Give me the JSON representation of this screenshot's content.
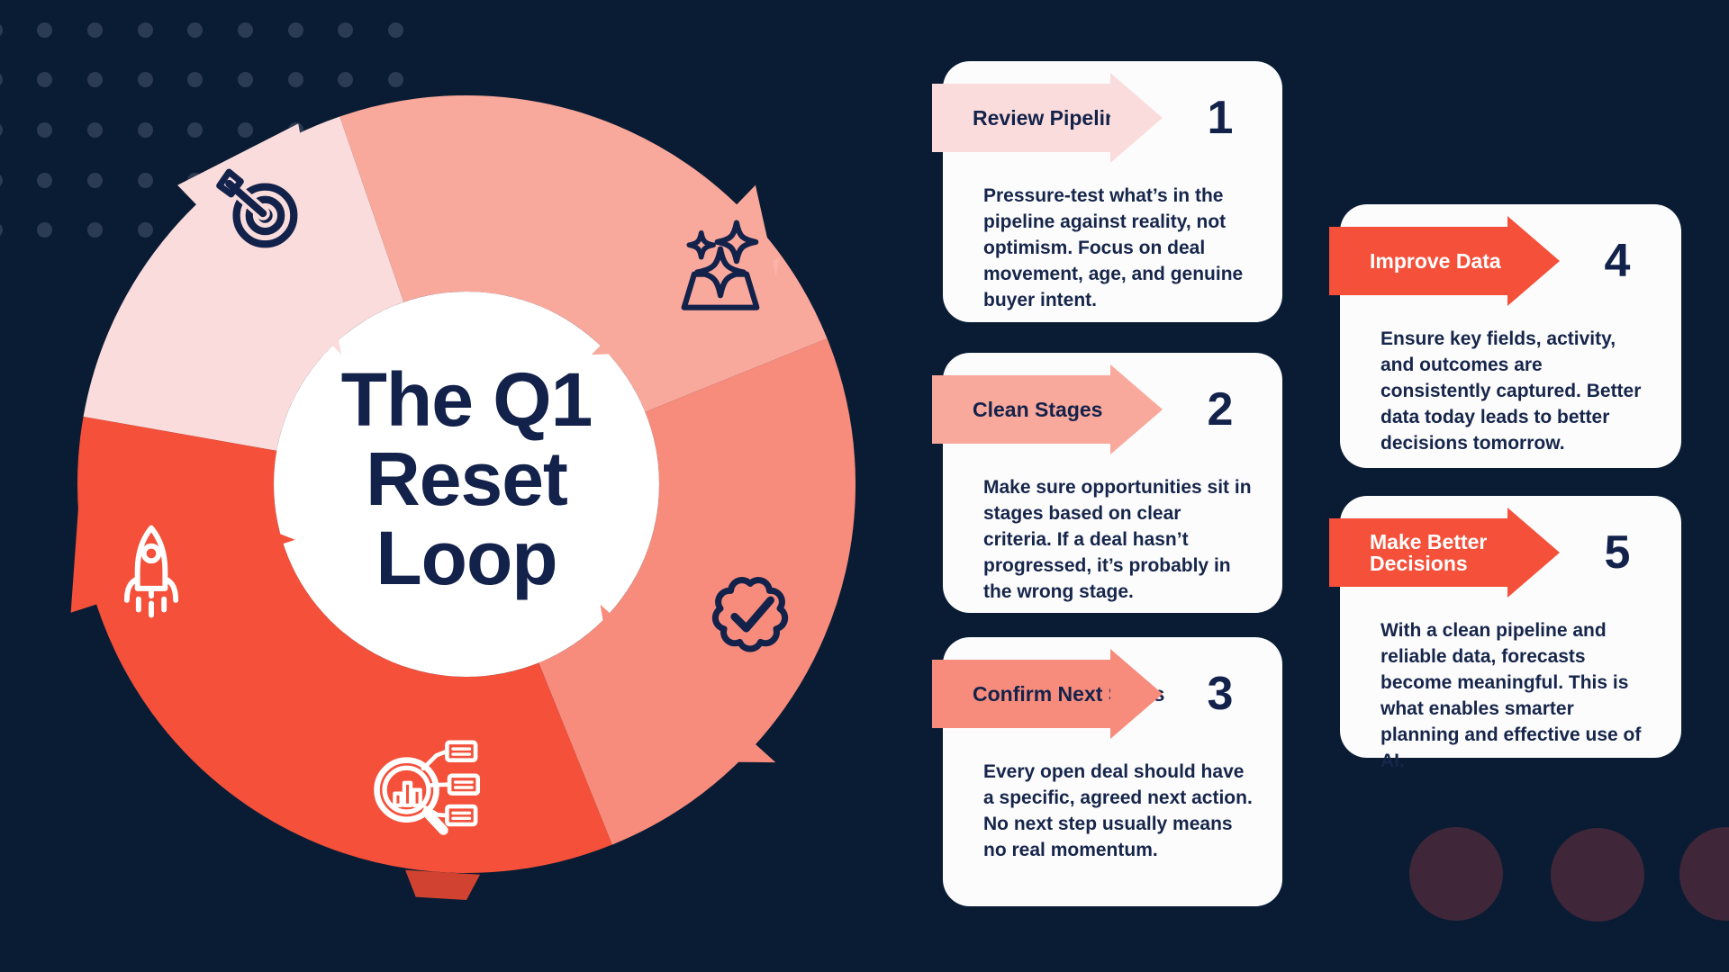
{
  "title": {
    "lines": [
      "The Q1",
      "Reset",
      "Loop"
    ]
  },
  "loop": {
    "icons": [
      "target-icon",
      "sparkles-icon",
      "badge-check-icon",
      "data-search-icon",
      "rocket-icon"
    ]
  },
  "cards": [
    {
      "number": "1",
      "label": "Review Pipeline",
      "body": "Pressure-test what’s in the pipeline against reality, not optimism. Focus on deal movement, age, and genuine buyer intent."
    },
    {
      "number": "2",
      "label": "Clean Stages",
      "body": "Make sure opportunities sit in stages based on clear criteria. If a deal hasn’t progressed, it’s probably in the wrong stage."
    },
    {
      "number": "3",
      "label": "Confirm Next Steps",
      "body": "Every open deal should have a specific, agreed next action. No next step usually means no real momentum."
    },
    {
      "number": "4",
      "label": "Improve Data",
      "body": "Ensure key fields, activity, and outcomes are consistently captured. Better data today leads to better decisions tomorrow."
    },
    {
      "number": "5",
      "label": "Make Better Decisions",
      "body": "With a clean pipeline and reliable data, forecasts become meaningful. This is what enables smarter planning and effective use of AI."
    }
  ],
  "colors": {
    "background": "#0a1c34",
    "pale_pink": "#fbdcdc",
    "salmon": "#f9a89c",
    "deep_salmon": "#f78c7c",
    "red": "#f4503a",
    "navy_text": "#13224a",
    "card_bg": "#fcfcfd",
    "dot_grid": "#2c3b54",
    "corner_circle": "#3f2739",
    "center_circle": "#ffffff"
  }
}
